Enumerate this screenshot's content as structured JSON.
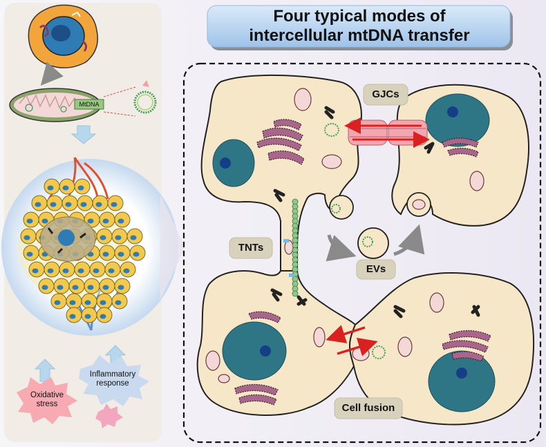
{
  "title": {
    "line1": "Four typical modes of",
    "line2": "intercellular mtDNA transfer"
  },
  "labels": {
    "mtdna": "MtDNA",
    "gjcs": "GJCs",
    "tnts": "TNTs",
    "evs": "EVs",
    "cell_fusion": "Cell fusion",
    "oxidative_stress": "Oxidative stress",
    "inflammatory_response": "Inflammatory response"
  },
  "colors": {
    "cell_fill": "#f6e7c8",
    "nucleus": "#2e7686",
    "nucleolus": "#143f86",
    "golgi": "#a8668a",
    "mito_fill": "#f3d6d6",
    "mtdna_ring": "#3fa05a",
    "transfer_arrow": "#d92121",
    "title_box": "#a9c9ec"
  }
}
